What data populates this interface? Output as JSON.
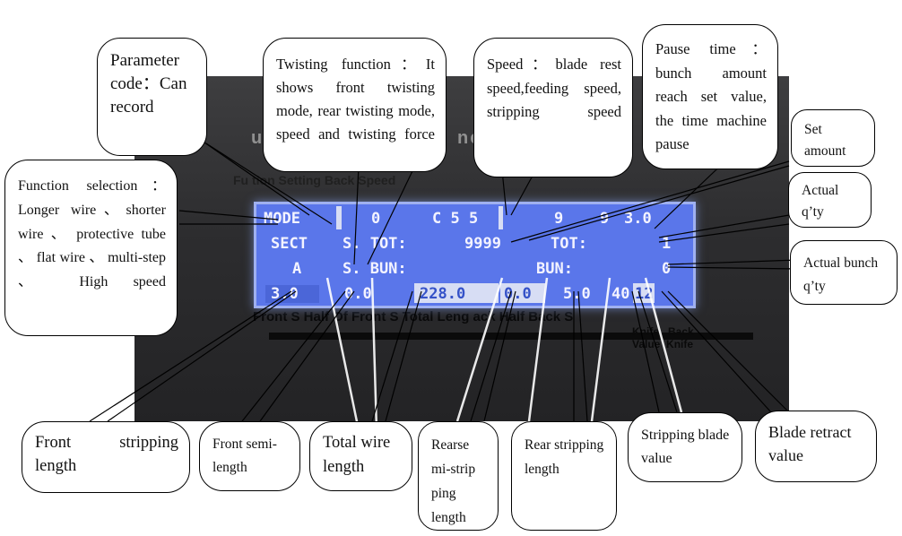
{
  "panel": {
    "title_fragment": "ut",
    "title_fragment2": "nes",
    "strip_text": "Fu tion   Setting                Back Speed",
    "bottom_labels": "Front  S Half Of Front S Total Leng   ack Half Back   S",
    "bottom_right": "Knife   Back\nValue  Knife"
  },
  "lcd": {
    "r1_mode": "MODE",
    "r1_a": "0",
    "r1_b": "C 5 5",
    "r1_c": "9",
    "r1_d": "9",
    "r1_e": "3.0",
    "r2_sect": "SECT",
    "r2_stot": "S. TOT:",
    "r2_stot_val": "9999",
    "r2_tot": "TOT:",
    "r2_tot_val": "1",
    "r3_a": "A",
    "r3_sbun": "S. BUN:",
    "r3_bun": "BUN:",
    "r3_bun_val": "0",
    "r4_v1": "3.0",
    "r4_v2": "0.0",
    "r4_v3": "228.0",
    "r4_v4": "0.0",
    "r4_v5": "5.0",
    "r4_v6": "40",
    "r4_v7": "12"
  },
  "callouts": {
    "param_code": "Parameter code：Can record",
    "twisting": "Twisting function：It shows front twisting mode, rear twisting mode, speed and twisting force",
    "speed": "Speed：blade rest speed,feeding speed, stripping speed",
    "pause": "Pause time：bunch amount reach set value, the time machine pause",
    "set_amount": "Set amount",
    "actual_qty": "Actual q’ty",
    "actual_bunch": "Actual bunch q’ty",
    "function_sel": "Function selection：Longer wire、shorter wire 、 protective tube 、 flat wire 、 multi-step 、 High speed",
    "front_strip": "Front stripping length",
    "front_semi": "Front semi-length",
    "total_wire": "Total wire length",
    "rear_semi": "Rearse mi-strip ping length",
    "rear_strip": "Rear stripping length",
    "strip_blade": "Stripping blade value",
    "blade_retract": "Blade retract value"
  }
}
